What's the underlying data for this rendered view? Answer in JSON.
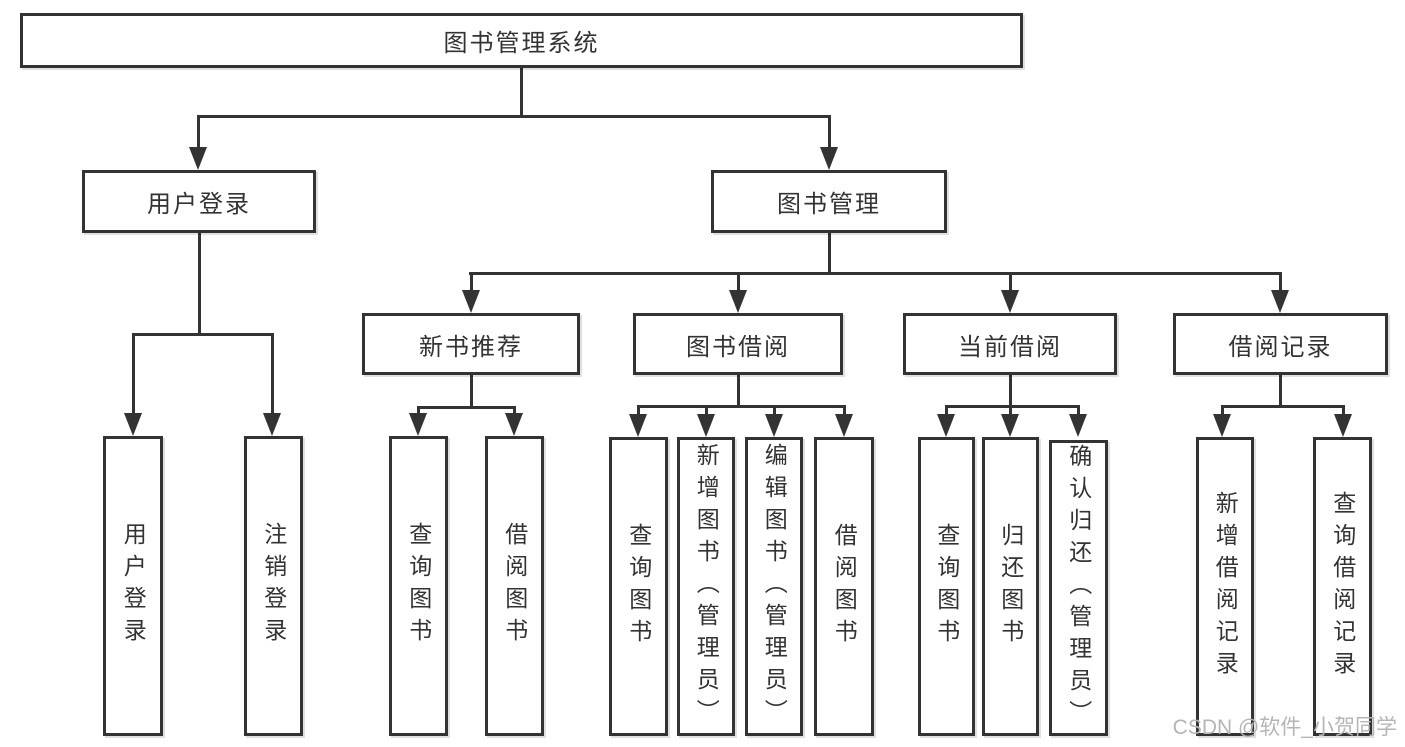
{
  "diagram": {
    "colors": {
      "line": "#333333",
      "text": "#333333",
      "background": "#ffffff",
      "watermark_text": "#b5b5b5"
    },
    "watermark": "CSDN @软件_小贺同学",
    "root": {
      "label": "图书管理系统"
    },
    "branches": [
      {
        "label": "用户登录",
        "children": [
          {
            "label": "用户登录"
          },
          {
            "label": "注销登录"
          }
        ]
      },
      {
        "label": "图书管理",
        "groups": [
          {
            "label": "新书推荐",
            "children": [
              {
                "label": "查询图书"
              },
              {
                "label": "借阅图书"
              }
            ]
          },
          {
            "label": "图书借阅",
            "children": [
              {
                "label": "查询图书"
              },
              {
                "label": "新增图书（管理员）"
              },
              {
                "label": "编辑图书（管理员）"
              },
              {
                "label": "借阅图书"
              }
            ]
          },
          {
            "label": "当前借阅",
            "children": [
              {
                "label": "查询图书"
              },
              {
                "label": "归还图书"
              },
              {
                "label": "确认归还（管理员）"
              }
            ]
          },
          {
            "label": "借阅记录",
            "children": [
              {
                "label": "新增借阅记录"
              },
              {
                "label": "查询借阅记录"
              }
            ]
          }
        ]
      }
    ]
  }
}
